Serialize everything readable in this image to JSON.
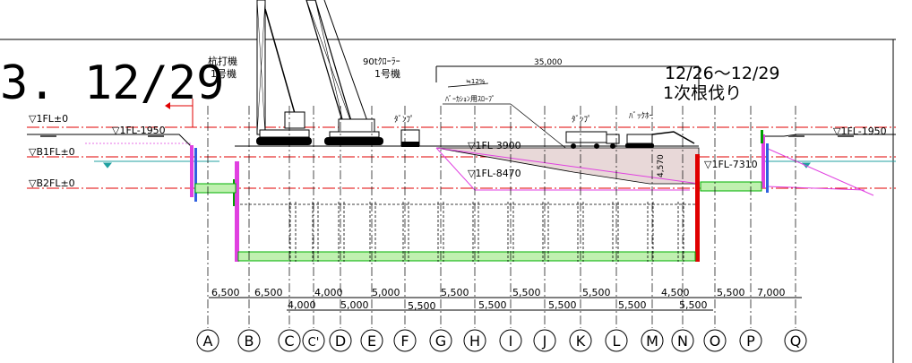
{
  "date_label": "3. 12/29",
  "schedule": {
    "date_range": "12/26～12/29",
    "task": "1次根伐り"
  },
  "top_dimension": "35,000",
  "slope": {
    "grade": "≒12%",
    "label": "ﾊﾞｰｶｼｮﾝ用ｽﾛｰﾌﾟ"
  },
  "equipment": {
    "pile_driver_1": "杭打機",
    "pile_driver_2": "1号機",
    "crawler_1": "90tｸﾛｰﾗｰ",
    "crawler_2": "1号機",
    "dump_1": "ﾀﾞﾝﾌﾟ",
    "dump_2": "ﾀﾞﾝﾌﾟ",
    "backhoe": "ﾊﾞｯｸﾎｰ"
  },
  "levels": {
    "l_1fl": "▽1FL±0",
    "l_1fl_1950_left": "▽1FL-1950",
    "l_b1fl": "▽B1FL±0",
    "l_b2fl": "▽B2FL±0",
    "l_3900": "▽1FL-3900",
    "l_8470": "▽1FL-8470",
    "l_7310": "▽1FL-7310",
    "l_1950_right": "▽1FL-1950",
    "depth_4570": "4,570"
  },
  "spans_upper": [
    "6,500",
    "6,500",
    "4,000",
    "5,000",
    "5,500",
    "5,500",
    "5,500",
    "4,500",
    "5,500",
    "7,000"
  ],
  "spans_lower": [
    "4,000",
    "5,000",
    "5,500",
    "5,500",
    "5,500",
    "5,500",
    "5,500"
  ],
  "gridlines": [
    "A",
    "B",
    "C",
    "C'",
    "D",
    "E",
    "F",
    "G",
    "H",
    "I",
    "J",
    "K",
    "L",
    "M",
    "N",
    "O",
    "P",
    "Q"
  ]
}
